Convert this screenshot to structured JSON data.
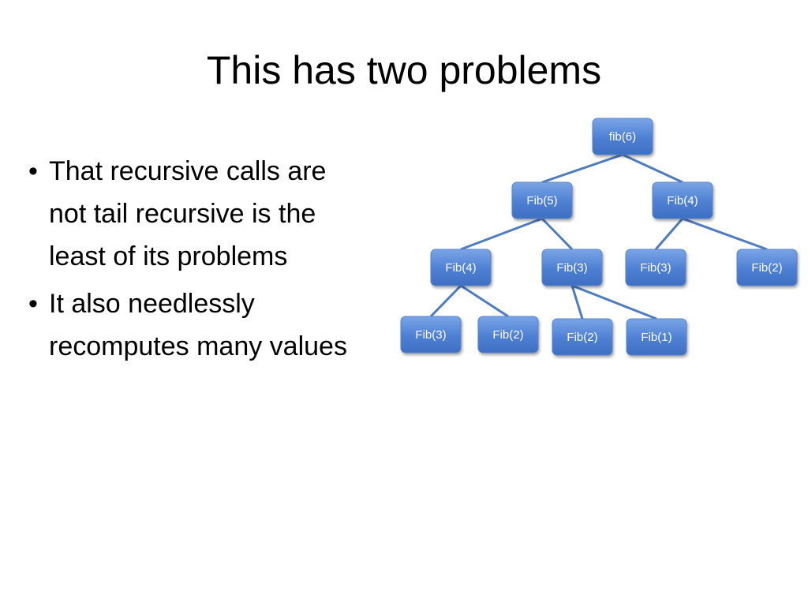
{
  "slide": {
    "title": "This has two problems",
    "bullets": [
      "That recursive calls are not tail recursive is the least of its problems",
      "It also needlessly recomputes many values"
    ]
  },
  "tree": {
    "node_color": "#4a7ac9",
    "edge_color": "#4f7cbf",
    "nodes": [
      {
        "id": "n0",
        "label": "fib(6)",
        "level": 0
      },
      {
        "id": "n1",
        "label": "Fib(5)",
        "level": 1,
        "parent": "n0"
      },
      {
        "id": "n2",
        "label": "Fib(4)",
        "level": 1,
        "parent": "n0"
      },
      {
        "id": "n3",
        "label": "Fib(4)",
        "level": 2,
        "parent": "n1"
      },
      {
        "id": "n4",
        "label": "Fib(3)",
        "level": 2,
        "parent": "n1"
      },
      {
        "id": "n5",
        "label": "Fib(3)",
        "level": 2,
        "parent": "n2"
      },
      {
        "id": "n6",
        "label": "Fib(2)",
        "level": 2,
        "parent": "n2"
      },
      {
        "id": "n7",
        "label": "Fib(3)",
        "level": 3,
        "parent": "n3"
      },
      {
        "id": "n8",
        "label": "Fib(2)",
        "level": 3,
        "parent": "n3"
      },
      {
        "id": "n9",
        "label": "Fib(2)",
        "level": 3,
        "parent": "n4"
      },
      {
        "id": "n10",
        "label": "Fib(1)",
        "level": 3,
        "parent": "n4"
      }
    ]
  }
}
